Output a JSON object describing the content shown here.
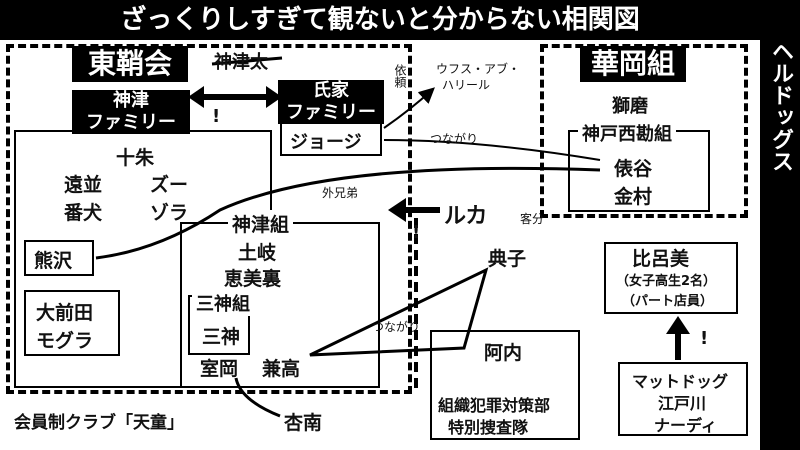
{
  "title": "ざっくりしすぎて観ないと分からない相関図",
  "side_title": "ヘルドッグス",
  "groups": {
    "toshukai": "東鞘会",
    "kanazu_family": [
      "神津",
      "ファミリー"
    ],
    "ujiie_family": [
      "氏家",
      "ファミリー"
    ],
    "kanazugumi": "神津組",
    "mikamigumi": "三神組",
    "kaoka": "華岡組",
    "kobe": "神戸西勘組",
    "club": "会員制クラブ「天童」",
    "police": [
      "組織犯罪対策部",
      "特別捜査隊"
    ]
  },
  "people": {
    "kanazu_futoshi": "神津太",
    "george": "ジョージ",
    "jusshu": "十朱",
    "kumazawa": "熊沢",
    "banban": "番犬",
    "mogura": "モグラ",
    "omaeda": "大前田",
    "zura": "ゾラ",
    "dobi": "土岐",
    "emiura": "恵美裏",
    "mikami": "三神",
    "murooka": "室岡",
    "kanetaka": "兼高",
    "annan": "杏南",
    "juma": "獅磨",
    "tawaraya": "俵谷",
    "kanamura": "金村",
    "ruka": "ルカ",
    "noriko": "典子",
    "aso": "阿内",
    "hiromi": "比呂美",
    "hiromi_note1": "（女子高生2名）",
    "hiromi_note2": "（パート店員）",
    "mad_dog": [
      "マットドッグ",
      "江戸川",
      "ナーディ"
    ],
    "uruf": [
      "ウフス・アブ・",
      "ハリール"
    ],
    "sugitani": "遠並"
  },
  "relations": {
    "irai": "依頼",
    "tsunagari1": "つながり",
    "gaikyodai": "外兄弟",
    "kyakubun": "客分",
    "tsunagari2": "つながり",
    "shock1": "!",
    "shock2": "!",
    "shock3": "!"
  }
}
